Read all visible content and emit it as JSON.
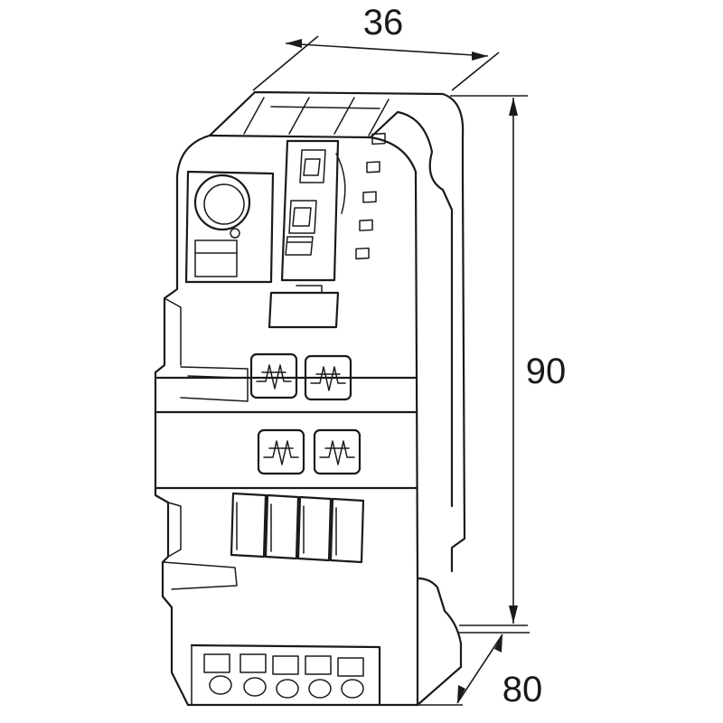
{
  "dimensions": {
    "width": "36",
    "height": "90",
    "depth": "80"
  },
  "colors": {
    "line": "#1a1a1a",
    "background": "#ffffff"
  },
  "icons": {
    "fuse_symbol": "fuse-zigzag-icon"
  }
}
